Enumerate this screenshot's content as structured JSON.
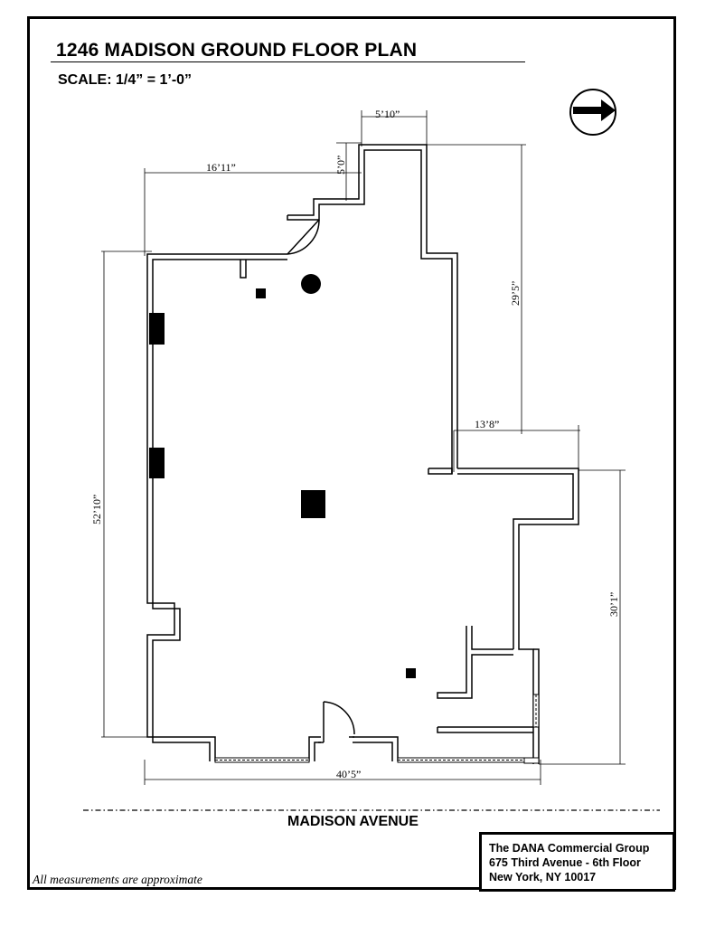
{
  "title": "1246 MADISON GROUND FLOOR PLAN",
  "scale": "SCALE: 1/4” = 1’-0”",
  "orientation_icon": "north-arrow-icon",
  "dimensions": {
    "top_bay_width": "5’10”",
    "top_step": "5’0”",
    "top_left_width": "16’11”",
    "right_upper_depth": "29’5”",
    "right_step_width": "13’8”",
    "left_depth": "52’10”",
    "right_lower_depth": "30’1”",
    "frontage_width": "40’5”"
  },
  "street_name": "MADISON AVENUE",
  "footnote": "All measurements are approximate",
  "company": {
    "name": "The DANA Commercial Group",
    "address_line1": "675 Third Avenue - 6th Floor",
    "address_line2": "New York, NY 10017"
  }
}
